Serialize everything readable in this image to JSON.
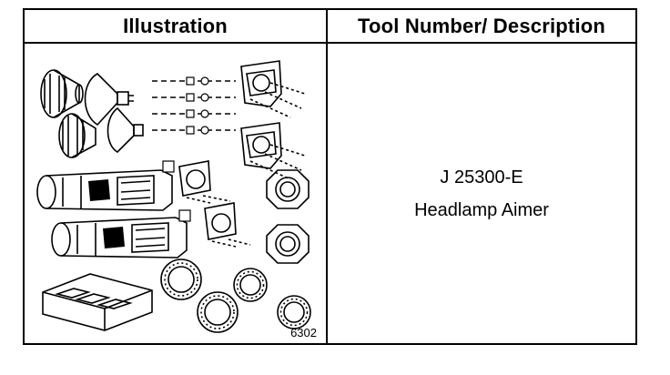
{
  "table": {
    "header_illustration": "Illustration",
    "header_tool": "Tool Number/ Description",
    "figure_number": "6302",
    "tool_number": "J 25300-E",
    "tool_description": "Headlamp Aimer"
  }
}
